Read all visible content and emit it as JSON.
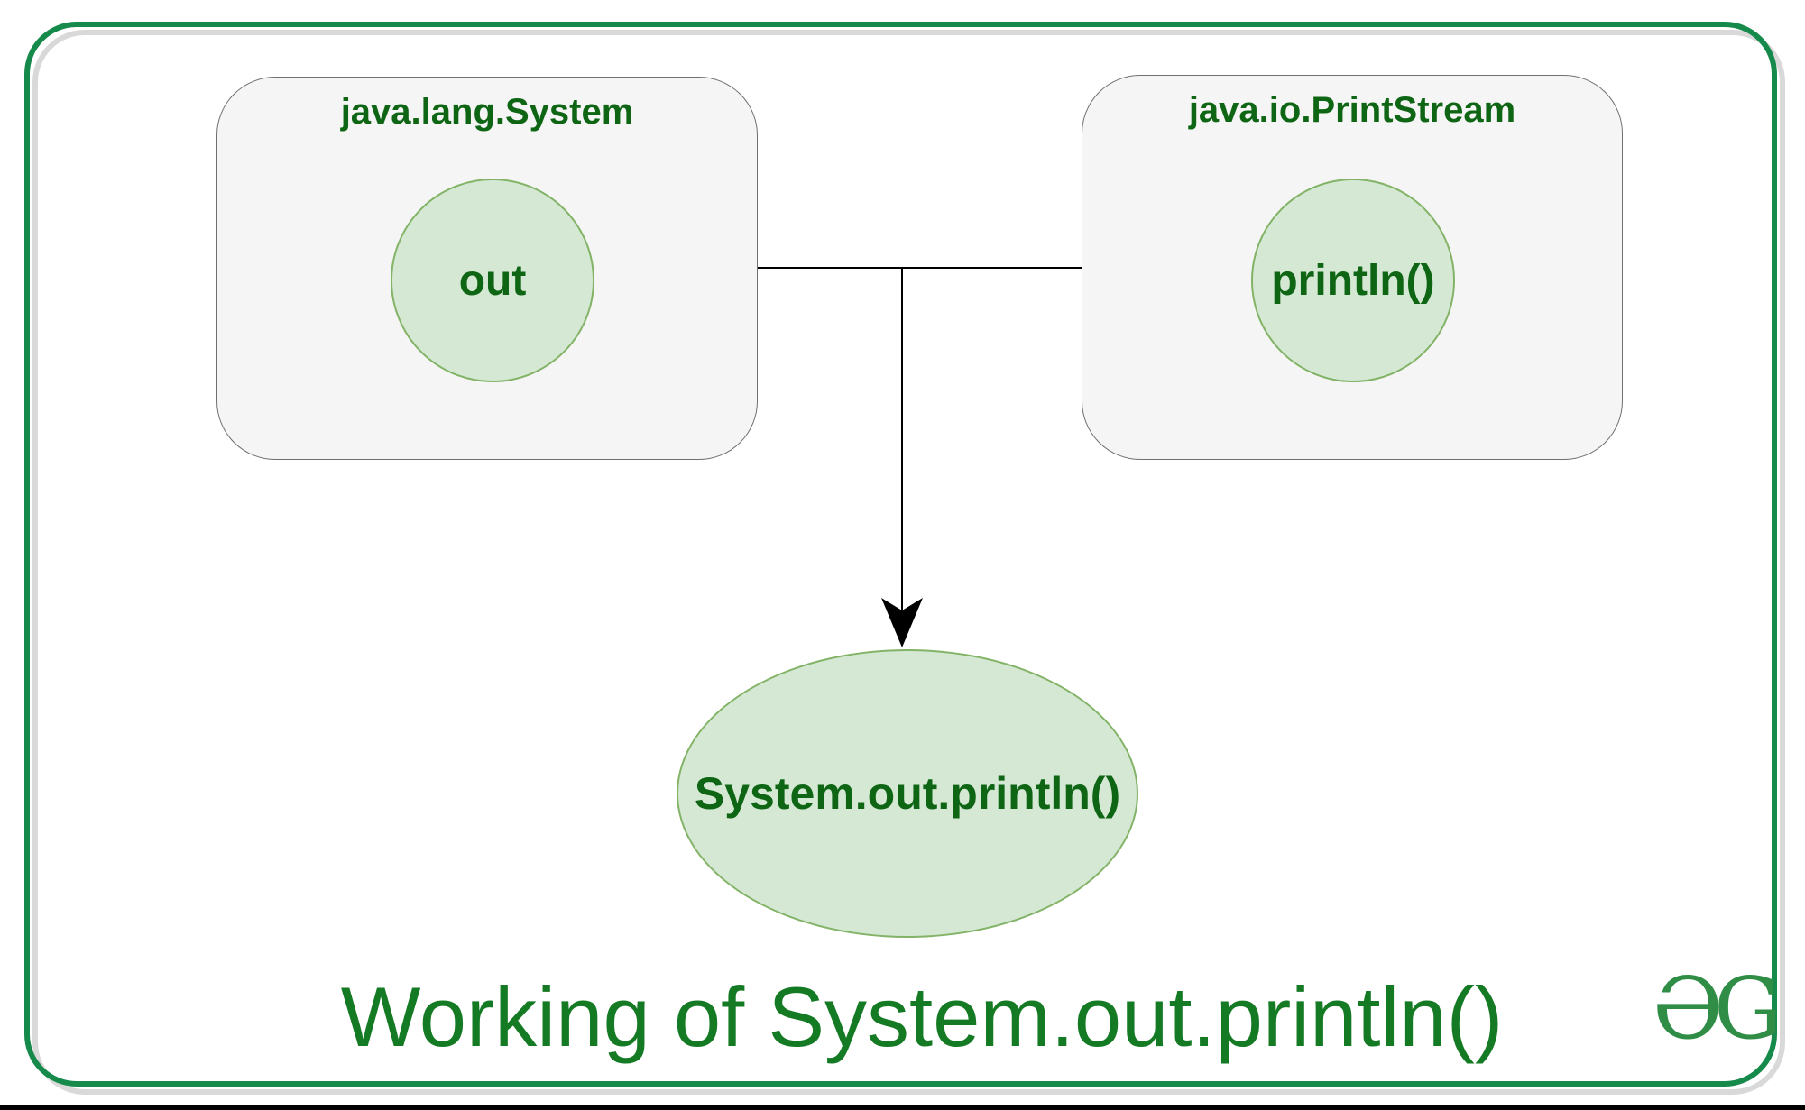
{
  "diagram": {
    "title": "Working of System.out.println()",
    "left_class": {
      "name": "java.lang.System",
      "member": "out"
    },
    "right_class": {
      "name": "java.io.PrintStream",
      "method": "println()"
    },
    "result": {
      "label": "System.out.println()"
    },
    "logo_text": "ƏG",
    "colors": {
      "frame_green": "#168a4b",
      "frame_shadow_gray": "#d9d9d9",
      "box_fill": "#f5f5f5",
      "box_border": "#707070",
      "shape_fill": "#d5e8d4",
      "shape_stroke": "#82b366",
      "label_green": "#0e6614",
      "title_green": "#157a24",
      "logo_green": "#2f8d46",
      "connector_black": "#000000",
      "bottom_bar_black": "#000000"
    }
  }
}
